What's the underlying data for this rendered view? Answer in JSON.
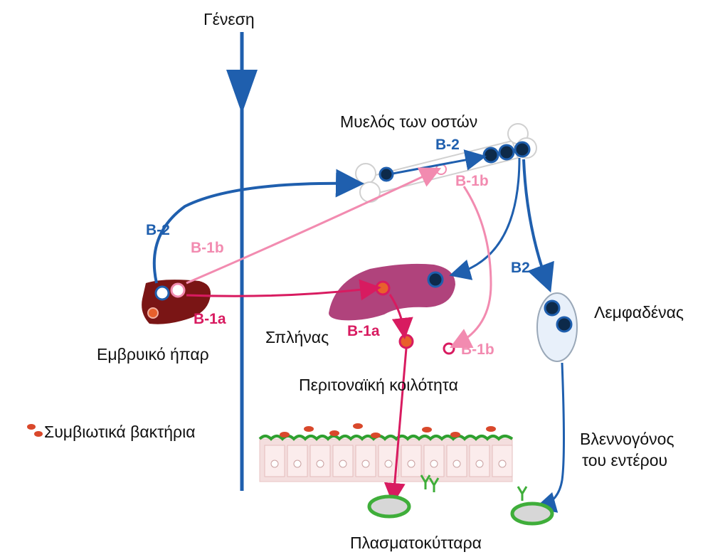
{
  "labels": {
    "genesis": "Γένεση",
    "bone_marrow": "Μυελός των οστών",
    "lymph_node": "Λεμφαδένας",
    "spleen": "Σπλήνας",
    "fetal_liver": "Εμβρυικό ήπαρ",
    "peritoneal_cavity": "Περιτοναϊκή κοιλότητα",
    "commensal_bacteria": "Συμβιωτικά βακτήρια",
    "intestinal_mucosa_line1": "Βλεννογόνος",
    "intestinal_mucosa_line2": "του εντέρου",
    "plasma_cells": "Πλασματοκύτταρα"
  },
  "cell_labels": {
    "b2_marrow": "B-2",
    "b1b_marrow": "B-1b",
    "b2_liver": "B-2",
    "b1b_liver": "B-1b",
    "b1a_liver": "B-1a",
    "b1a_spleen": "B-1a",
    "b1b_peritoneal": "B-1b",
    "b2_lymph": "B2"
  },
  "colors": {
    "b2": "#1f5fae",
    "b1a": "#d81b60",
    "b1b": "#f28bb0",
    "liver": "#7a1515",
    "spleen": "#b0437c",
    "cell_dark": "#0d2a4a",
    "bacteria": "#d9482b",
    "plasma": "#3fae3a",
    "epithelium": "#f4dede",
    "mucosa_edge": "#2fa02f"
  }
}
